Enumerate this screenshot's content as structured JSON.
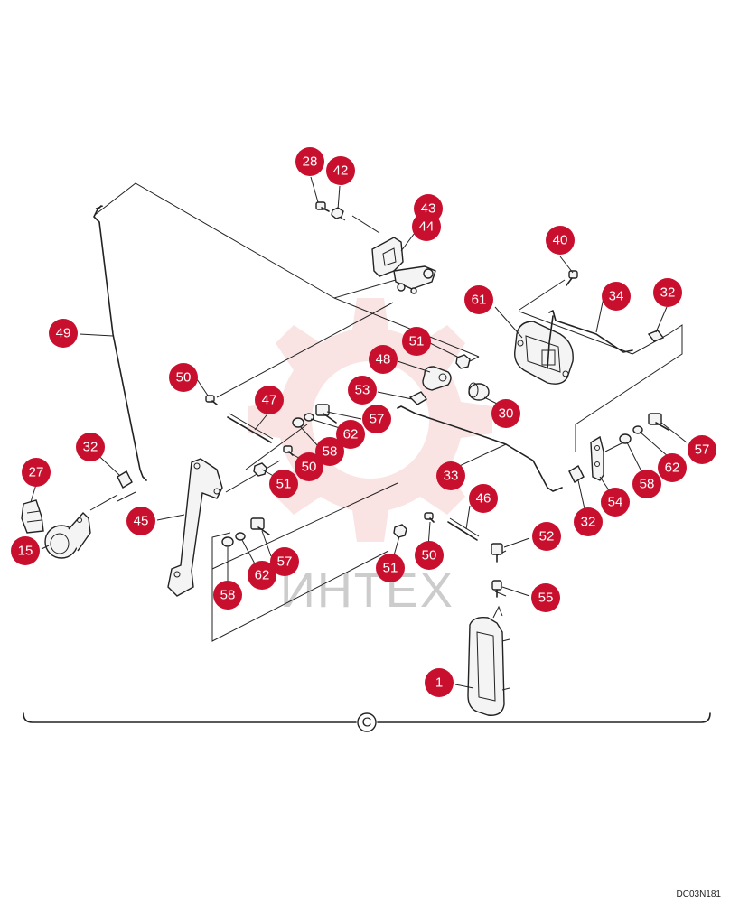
{
  "drawing_code": "DC03N181",
  "section_label": "C",
  "watermark": "ИНТЕХ",
  "callouts": [
    {
      "id": "c28",
      "label": "28"
    },
    {
      "id": "c42",
      "label": "42"
    },
    {
      "id": "c43",
      "label": "43"
    },
    {
      "id": "c44",
      "label": "44"
    },
    {
      "id": "c40",
      "label": "40"
    },
    {
      "id": "c34",
      "label": "34"
    },
    {
      "id": "c32a",
      "label": "32"
    },
    {
      "id": "c61",
      "label": "61"
    },
    {
      "id": "c49",
      "label": "49"
    },
    {
      "id": "c51a",
      "label": "51"
    },
    {
      "id": "c48",
      "label": "48"
    },
    {
      "id": "c50a",
      "label": "50"
    },
    {
      "id": "c53",
      "label": "53"
    },
    {
      "id": "c30",
      "label": "30"
    },
    {
      "id": "c47",
      "label": "47"
    },
    {
      "id": "c57a",
      "label": "57"
    },
    {
      "id": "c62a",
      "label": "62"
    },
    {
      "id": "c58a",
      "label": "58"
    },
    {
      "id": "c50b",
      "label": "50"
    },
    {
      "id": "c51b",
      "label": "51"
    },
    {
      "id": "c32b",
      "label": "32"
    },
    {
      "id": "c27",
      "label": "27"
    },
    {
      "id": "c33",
      "label": "33"
    },
    {
      "id": "c57b",
      "label": "57"
    },
    {
      "id": "c62b",
      "label": "62"
    },
    {
      "id": "c58b",
      "label": "58"
    },
    {
      "id": "c54",
      "label": "54"
    },
    {
      "id": "c32c",
      "label": "32"
    },
    {
      "id": "c45",
      "label": "45"
    },
    {
      "id": "c15",
      "label": "15"
    },
    {
      "id": "c46",
      "label": "46"
    },
    {
      "id": "c52",
      "label": "52"
    },
    {
      "id": "c57c",
      "label": "57"
    },
    {
      "id": "c62c",
      "label": "62"
    },
    {
      "id": "c58c",
      "label": "58"
    },
    {
      "id": "c50c",
      "label": "50"
    },
    {
      "id": "c51c",
      "label": "51"
    },
    {
      "id": "c55",
      "label": "55"
    },
    {
      "id": "c1",
      "label": "1"
    }
  ]
}
